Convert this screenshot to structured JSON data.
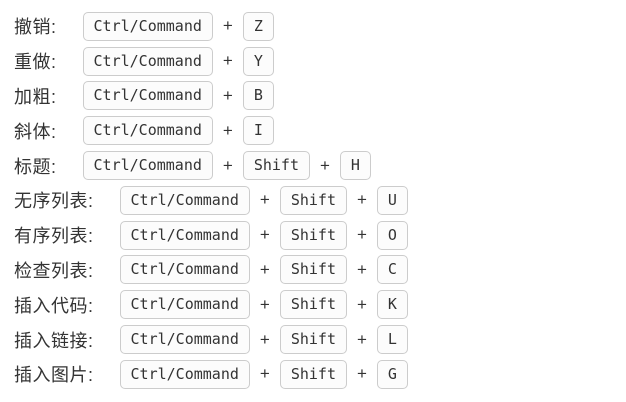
{
  "page": {
    "background": "#ffffff",
    "description": "Markdown editor keyboard shortcuts help list"
  },
  "styles": {
    "label_color": "#333333",
    "kbd_text_color": "#333333",
    "kbd_border_color": "#cccccc",
    "kbd_background": "#fcfcfc"
  },
  "separator": "+",
  "shortcuts": [
    {
      "label": "撤销:",
      "keys": [
        "Ctrl/Command",
        "Z"
      ]
    },
    {
      "label": "重做:",
      "keys": [
        "Ctrl/Command",
        "Y"
      ]
    },
    {
      "label": "加粗:",
      "keys": [
        "Ctrl/Command",
        "B"
      ]
    },
    {
      "label": "斜体:",
      "keys": [
        "Ctrl/Command",
        "I"
      ]
    },
    {
      "label": "标题:",
      "keys": [
        "Ctrl/Command",
        "Shift",
        "H"
      ]
    },
    {
      "label": "无序列表:",
      "keys": [
        "Ctrl/Command",
        "Shift",
        "U"
      ]
    },
    {
      "label": "有序列表:",
      "keys": [
        "Ctrl/Command",
        "Shift",
        "O"
      ]
    },
    {
      "label": "检查列表:",
      "keys": [
        "Ctrl/Command",
        "Shift",
        "C"
      ]
    },
    {
      "label": "插入代码:",
      "keys": [
        "Ctrl/Command",
        "Shift",
        "K"
      ]
    },
    {
      "label": "插入链接:",
      "keys": [
        "Ctrl/Command",
        "Shift",
        "L"
      ]
    },
    {
      "label": "插入图片:",
      "keys": [
        "Ctrl/Command",
        "Shift",
        "G"
      ]
    }
  ]
}
